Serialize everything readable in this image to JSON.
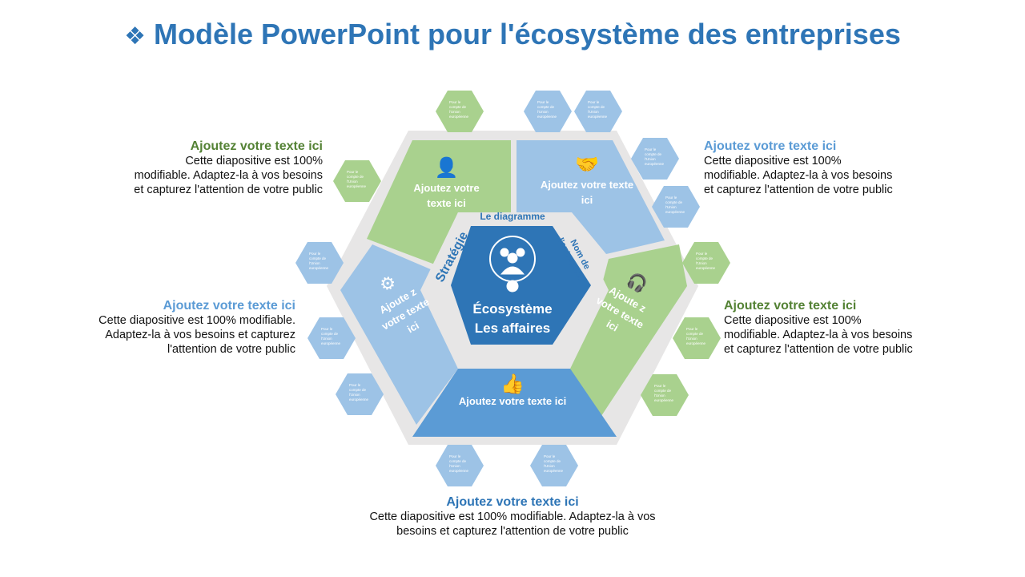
{
  "title": {
    "icon": "diamond-cluster-icon",
    "text": "Modèle PowerPoint pour l'écosystème des entreprises"
  },
  "center": {
    "line1": "Écosystème",
    "line2": "Les affaires",
    "icon": "team-icon"
  },
  "ring_labels": {
    "top": "Le diagramme",
    "left": "Stratégie",
    "right_line1": "Nom de",
    "right_line2": "l'entreprise"
  },
  "segments": [
    {
      "label": "Ajoutez votre texte ici",
      "icon": "support-agent-icon"
    },
    {
      "label": "Ajoutez votre texte ici",
      "icon": "handshake-icon"
    },
    {
      "label": "Ajoute z votre texte ici",
      "icon": "headset-icon"
    },
    {
      "label": "Ajoutez votre texte ici",
      "icon": "thumbs-up-icon"
    },
    {
      "label": "Ajoute z votre texte ici",
      "icon": "gear-target-icon"
    }
  ],
  "small_hex_text": "Pour le compte de l'Union européenne",
  "text_blocks": [
    {
      "title": "Ajoutez votre texte ici",
      "body": "Cette diapositive est 100% modifiable. Adaptez-la à vos besoins et capturez l'attention de votre public"
    },
    {
      "title": "Ajoutez votre texte ici",
      "body": "Cette diapositive est 100% modifiable. Adaptez-la à vos besoins et capturez l'attention de votre public"
    },
    {
      "title": "Ajoutez votre texte ici",
      "body": "Cette diapositive est 100% modifiable. Adaptez-la à vos besoins et capturez l'attention de votre public"
    },
    {
      "title": "Ajoutez votre texte ici",
      "body": "Cette diapositive est 100% modifiable. Adaptez-la à vos besoins et capturez l'attention de votre public"
    },
    {
      "title": "Ajoutez votre texte ici",
      "body": "Cette diapositive est 100% modifiable. Adaptez-la à vos besoins et capturez l'attention de votre public"
    }
  ],
  "colors": {
    "green": "#a9d18e",
    "light_blue": "#9dc3e6",
    "mid_blue": "#5b9bd5",
    "dark_blue": "#2e75b6",
    "grey": "#e7e6e6"
  }
}
